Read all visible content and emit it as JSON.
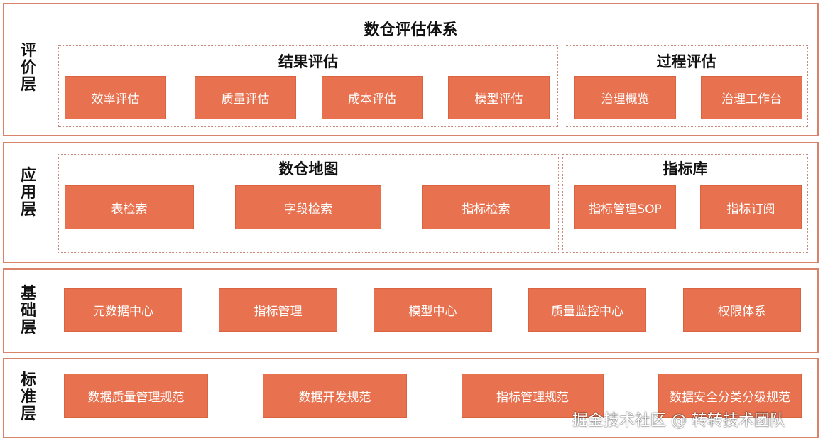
{
  "title": "数仓评估体系",
  "layers": {
    "evaluation": {
      "label": [
        "评",
        "价",
        "层"
      ],
      "group_result": {
        "title": "结果评估",
        "boxes": [
          "效率评估",
          "质量评估",
          "成本评估",
          "模型评估"
        ]
      },
      "group_process": {
        "title": "过程评估",
        "boxes": [
          "治理概览",
          "治理工作台"
        ]
      }
    },
    "application": {
      "label": [
        "应",
        "用",
        "层"
      ],
      "group_map": {
        "title": "数仓地图",
        "boxes": [
          "表检索",
          "字段检索",
          "指标检索"
        ]
      },
      "group_metric": {
        "title": "指标库",
        "boxes": [
          "指标管理SOP",
          "指标订阅"
        ]
      }
    },
    "foundation": {
      "label": [
        "基",
        "础",
        "层"
      ],
      "boxes": [
        "元数据中心",
        "指标管理",
        "模型中心",
        "质量监控中心",
        "权限体系"
      ]
    },
    "standard": {
      "label": [
        "标",
        "准",
        "层"
      ],
      "boxes": [
        "数据质量管理规范",
        "数据开发规范",
        "指标管理规范",
        "数据安全分类分级规范"
      ]
    }
  },
  "watermark": "掘金技术社区 @ 转转技术团队",
  "colors": {
    "box_fill": "#e8714f",
    "layer_border": "#d8836a",
    "group_border": "#c98a7a"
  }
}
